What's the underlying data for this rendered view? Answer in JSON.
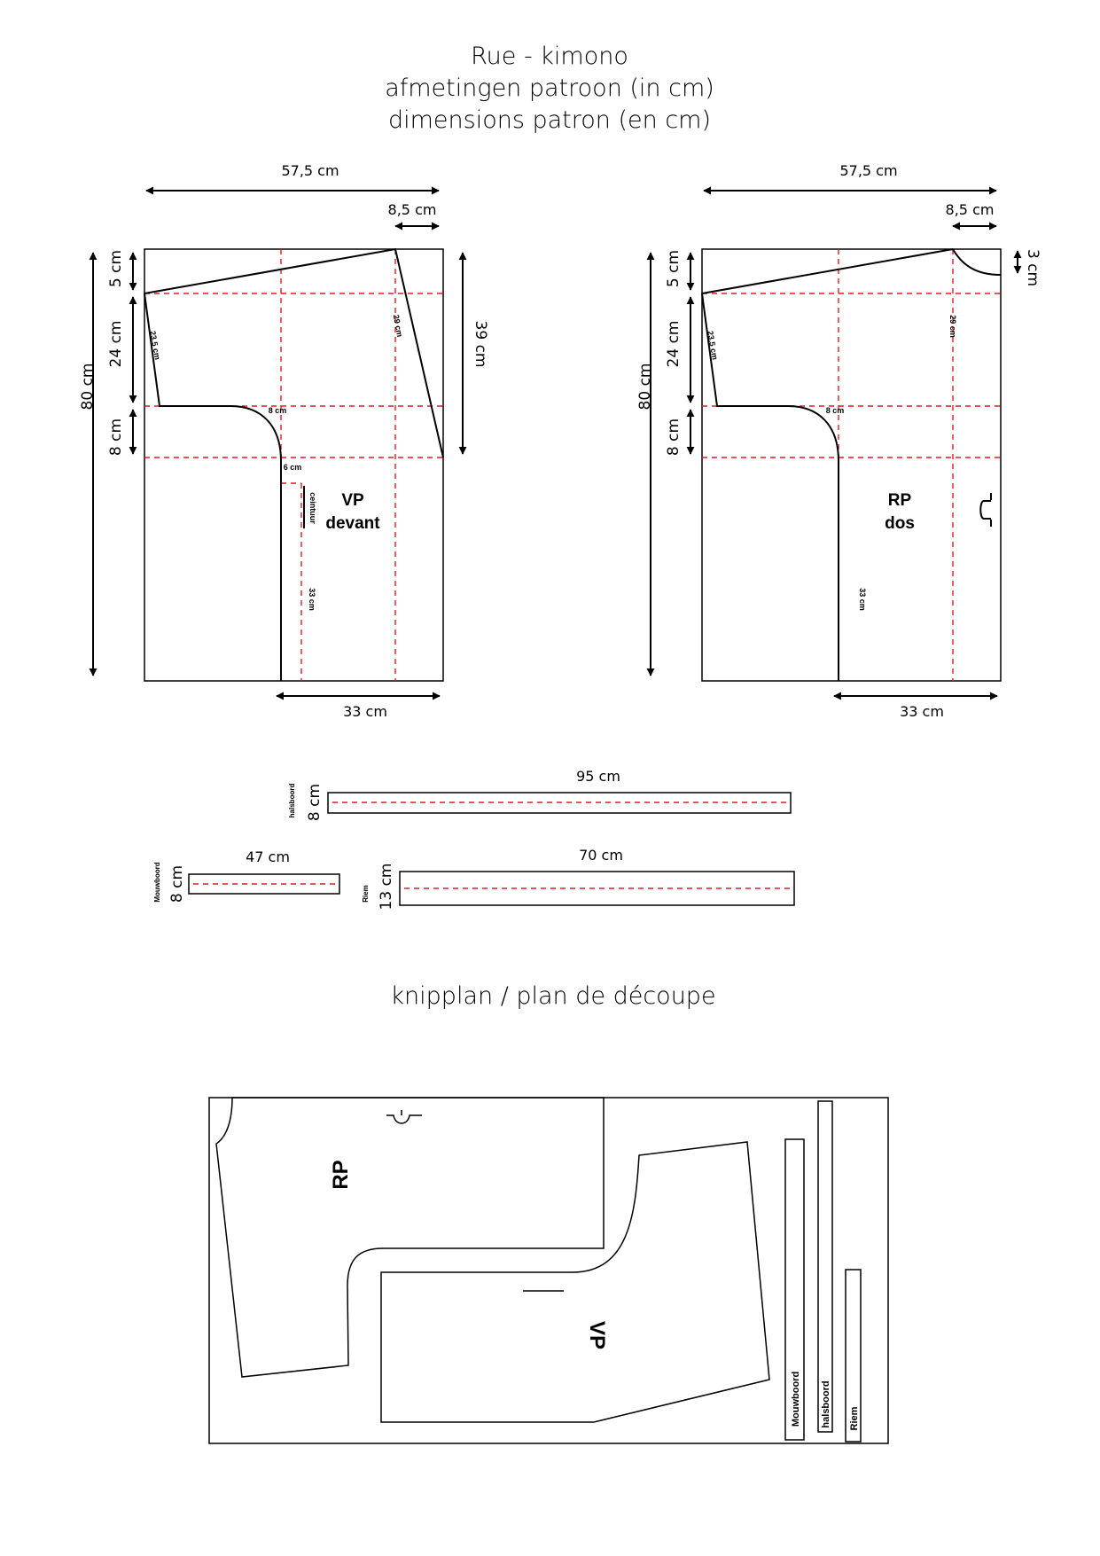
{
  "title": {
    "line1": "Rue - kimono",
    "line2": "afmetingen  patroon (in cm)",
    "line3": "dimensions patron (en cm)"
  },
  "front": {
    "width_total": "57,5 cm",
    "shoulder": "8,5 cm",
    "dim_5": "5 cm",
    "dim_24": "24 cm",
    "dim_8": "8 cm",
    "dim_80": "80 cm",
    "dim_39": "39 cm",
    "diag_left": "23,5 cm",
    "diag_right": "29 cm",
    "curve": "8 cm",
    "dim_6": "6 cm",
    "belt_slot": "ceintuur",
    "dim_33_vertical": "33 cm",
    "dim_33_bottom": "33 cm",
    "label_code": "VP",
    "label_name": "devant"
  },
  "back": {
    "width_total": "57,5 cm",
    "shoulder": "8,5 cm",
    "dim_3": "3 cm",
    "dim_5": "5 cm",
    "dim_24": "24 cm",
    "dim_8": "8 cm",
    "dim_80": "80 cm",
    "diag_left": "23,5 cm",
    "diag_right": "29 cm",
    "curve": "8 cm",
    "dim_33_vertical": "33 cm",
    "dim_33_bottom": "33 cm",
    "label_code": "RP",
    "label_name": "dos"
  },
  "strips": {
    "halsboord": {
      "name": "halsboord",
      "length": "95 cm",
      "width": "8 cm"
    },
    "mouwboord": {
      "name": "Mouwboord",
      "length": "47 cm",
      "width": "8 cm"
    },
    "riem": {
      "name": "Riem",
      "length": "70 cm",
      "width": "13  cm"
    }
  },
  "cutting_plan": {
    "title": "knipplan /  plan de découpe",
    "rp": "RP",
    "vp": "VP",
    "strip_mouwboord": "Mouwboord",
    "strip_halsboord": "halsboord",
    "strip_riem": "Riem"
  },
  "colors": {
    "line": "#000000",
    "fold": "#e01b22"
  }
}
